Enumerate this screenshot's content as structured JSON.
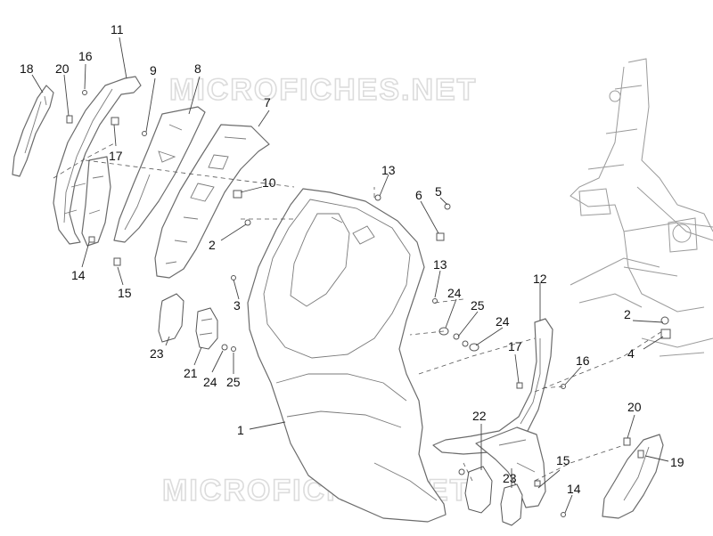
{
  "watermark": "MICROFICHES.NET",
  "callouts": {
    "c1": "1",
    "c2a": "2",
    "c2b": "2",
    "c3": "3",
    "c4": "4",
    "c5": "5",
    "c6": "6",
    "c7": "7",
    "c8": "8",
    "c9": "9",
    "c10": "10",
    "c11": "11",
    "c12": "12",
    "c13a": "13",
    "c13b": "13",
    "c14a": "14",
    "c14b": "14",
    "c15a": "15",
    "c15b": "15",
    "c16a": "16",
    "c16b": "16",
    "c17a": "17",
    "c17b": "17",
    "c18": "18",
    "c19": "19",
    "c20a": "20",
    "c20b": "20",
    "c21": "21",
    "c22": "22",
    "c23a": "23",
    "c23b": "23",
    "c24a": "24",
    "c24b": "24",
    "c24c": "24",
    "c25a": "25",
    "c25b": "25"
  }
}
